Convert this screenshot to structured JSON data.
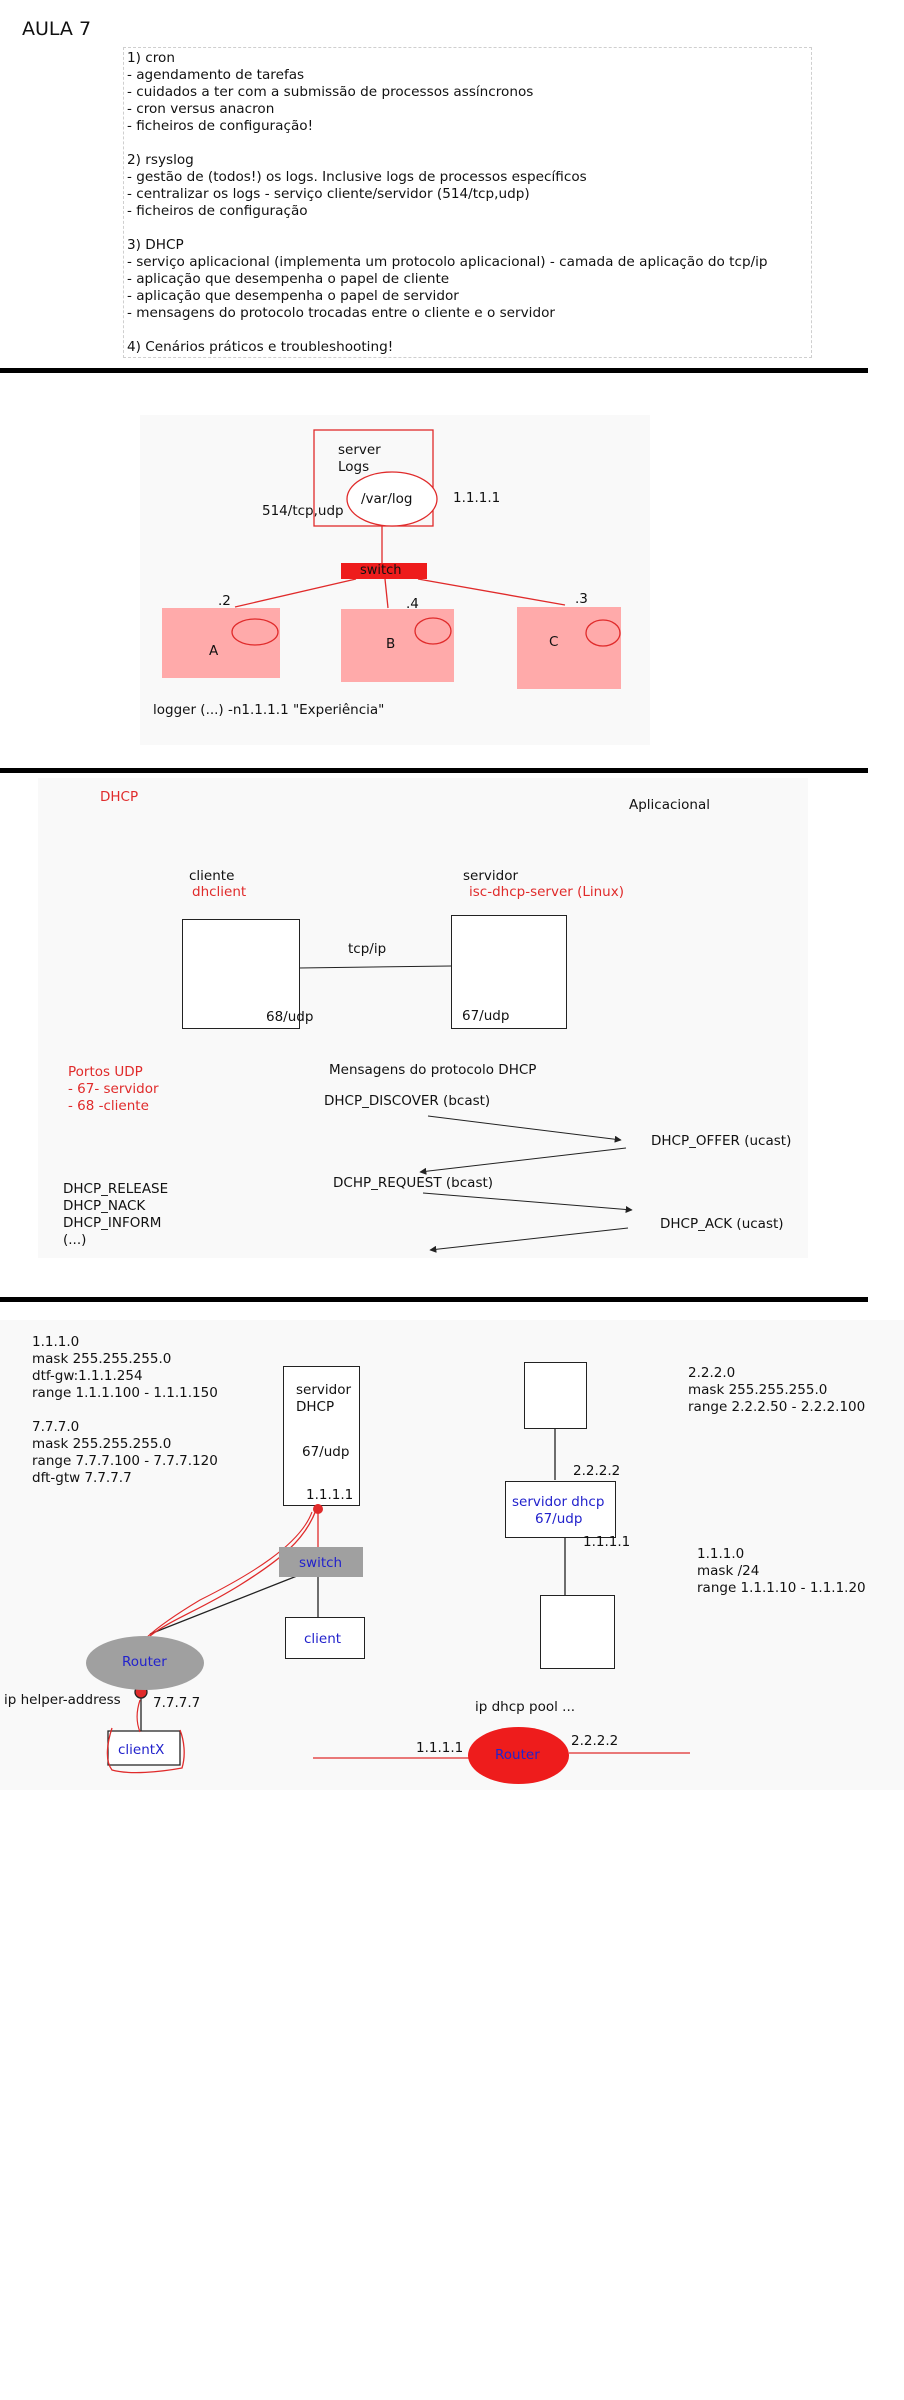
{
  "title": "AULA 7",
  "notes": [
    "1) cron",
    "- agendamento de tarefas",
    "- cuidados a ter com a submissão de processos assíncronos",
    "- cron versus anacron",
    "- ficheiros de configuração!",
    "",
    "2) rsyslog",
    "- gestão de (todos!) os logs. Inclusive logs de processos específicos",
    "- centralizar os logs - serviço cliente/servidor (514/tcp,udp)",
    "- ficheiros de configuração",
    "",
    "3) DHCP",
    "- serviço aplicacional (implementa um protocolo aplicacional) - camada de aplicação do tcp/ip",
    "- aplicação que desempenha o papel de cliente",
    "- aplicação que desempenha o papel de servidor",
    "- mensagens do protocolo trocadas entre o cliente e o servidor",
    "",
    "4) Cenários práticos e troubleshooting!"
  ],
  "rsyslog": {
    "server": "server",
    "logs": "Logs",
    "varlog": "/var/log",
    "port": "514/tcp,udp",
    "ip": "1.1.1.1",
    "switch": "switch",
    "hosts": [
      {
        "suffix": ".2",
        "name": "A"
      },
      {
        "suffix": ".4",
        "name": "B"
      },
      {
        "suffix": ".3",
        "name": "C"
      }
    ],
    "logger": "logger (...) -n1.1.1.1 \"Experiência\""
  },
  "dhcp": {
    "heading": "DHCP",
    "layer": "Aplicacional",
    "cliente_label": "cliente",
    "cliente_app": "dhclient",
    "servidor_label": "servidor",
    "servidor_app": "isc-dhcp-server (Linux)",
    "link": "tcp/ip",
    "client_port": "68/udp",
    "server_port": "67/udp",
    "ports_title": "Portos UDP",
    "ports": [
      "- 67- servidor",
      "- 68 -cliente"
    ],
    "messages_title": "Mensagens do protocolo DHCP",
    "discover": "DHCP_DISCOVER (bcast)",
    "offer": "DHCP_OFFER (ucast)",
    "request": "DCHP_REQUEST (bcast)",
    "ack": "DHCP_ACK (ucast)",
    "others": [
      "DHCP_RELEASE",
      "DHCP_NACK",
      "DHCP_INFORM",
      "(...)"
    ]
  },
  "scenario": {
    "left_config": [
      "1.1.1.0",
      "mask 255.255.255.0",
      "dtf-gw:1.1.1.254",
      "range 1.1.1.100 - 1.1.1.150",
      "",
      "7.7.7.0",
      "mask 255.255.255.0",
      "range 7.7.7.100 - 7.7.7.120",
      "dft-gtw 7.7.7.7"
    ],
    "servidor_dhcp": [
      "servidor",
      "DHCP"
    ],
    "port": "67/udp",
    "server_ip": "1.1.1.1",
    "switch": "switch",
    "client": "client",
    "router": "Router",
    "helper": "ip helper-address",
    "router_ip": "7.7.7.7",
    "clientex": "clientX",
    "right_config1": [
      "2.2.2.0",
      "mask 255.255.255.0",
      "range 2.2.2.50 - 2.2.2.100"
    ],
    "right_ip_top": "2.2.2.2",
    "servidor_dhcp2": [
      "servidor dhcp",
      "67/udp"
    ],
    "right_ip_mid": "1.1.1.1",
    "right_config2": [
      "1.1.1.0",
      "mask /24",
      "range 1.1.1.10 - 1.1.1.20"
    ],
    "pool": "ip dhcp pool ...",
    "router2": "Router",
    "router2_left": "1.1.1.1",
    "router2_right": "2.2.2.2"
  },
  "colors": {
    "accent_red": "#e02b2b",
    "pink": "#ffaaaa",
    "switch_red": "#ee1c1c",
    "blue_text": "#2222cc",
    "gray": "#a0a0a0"
  }
}
